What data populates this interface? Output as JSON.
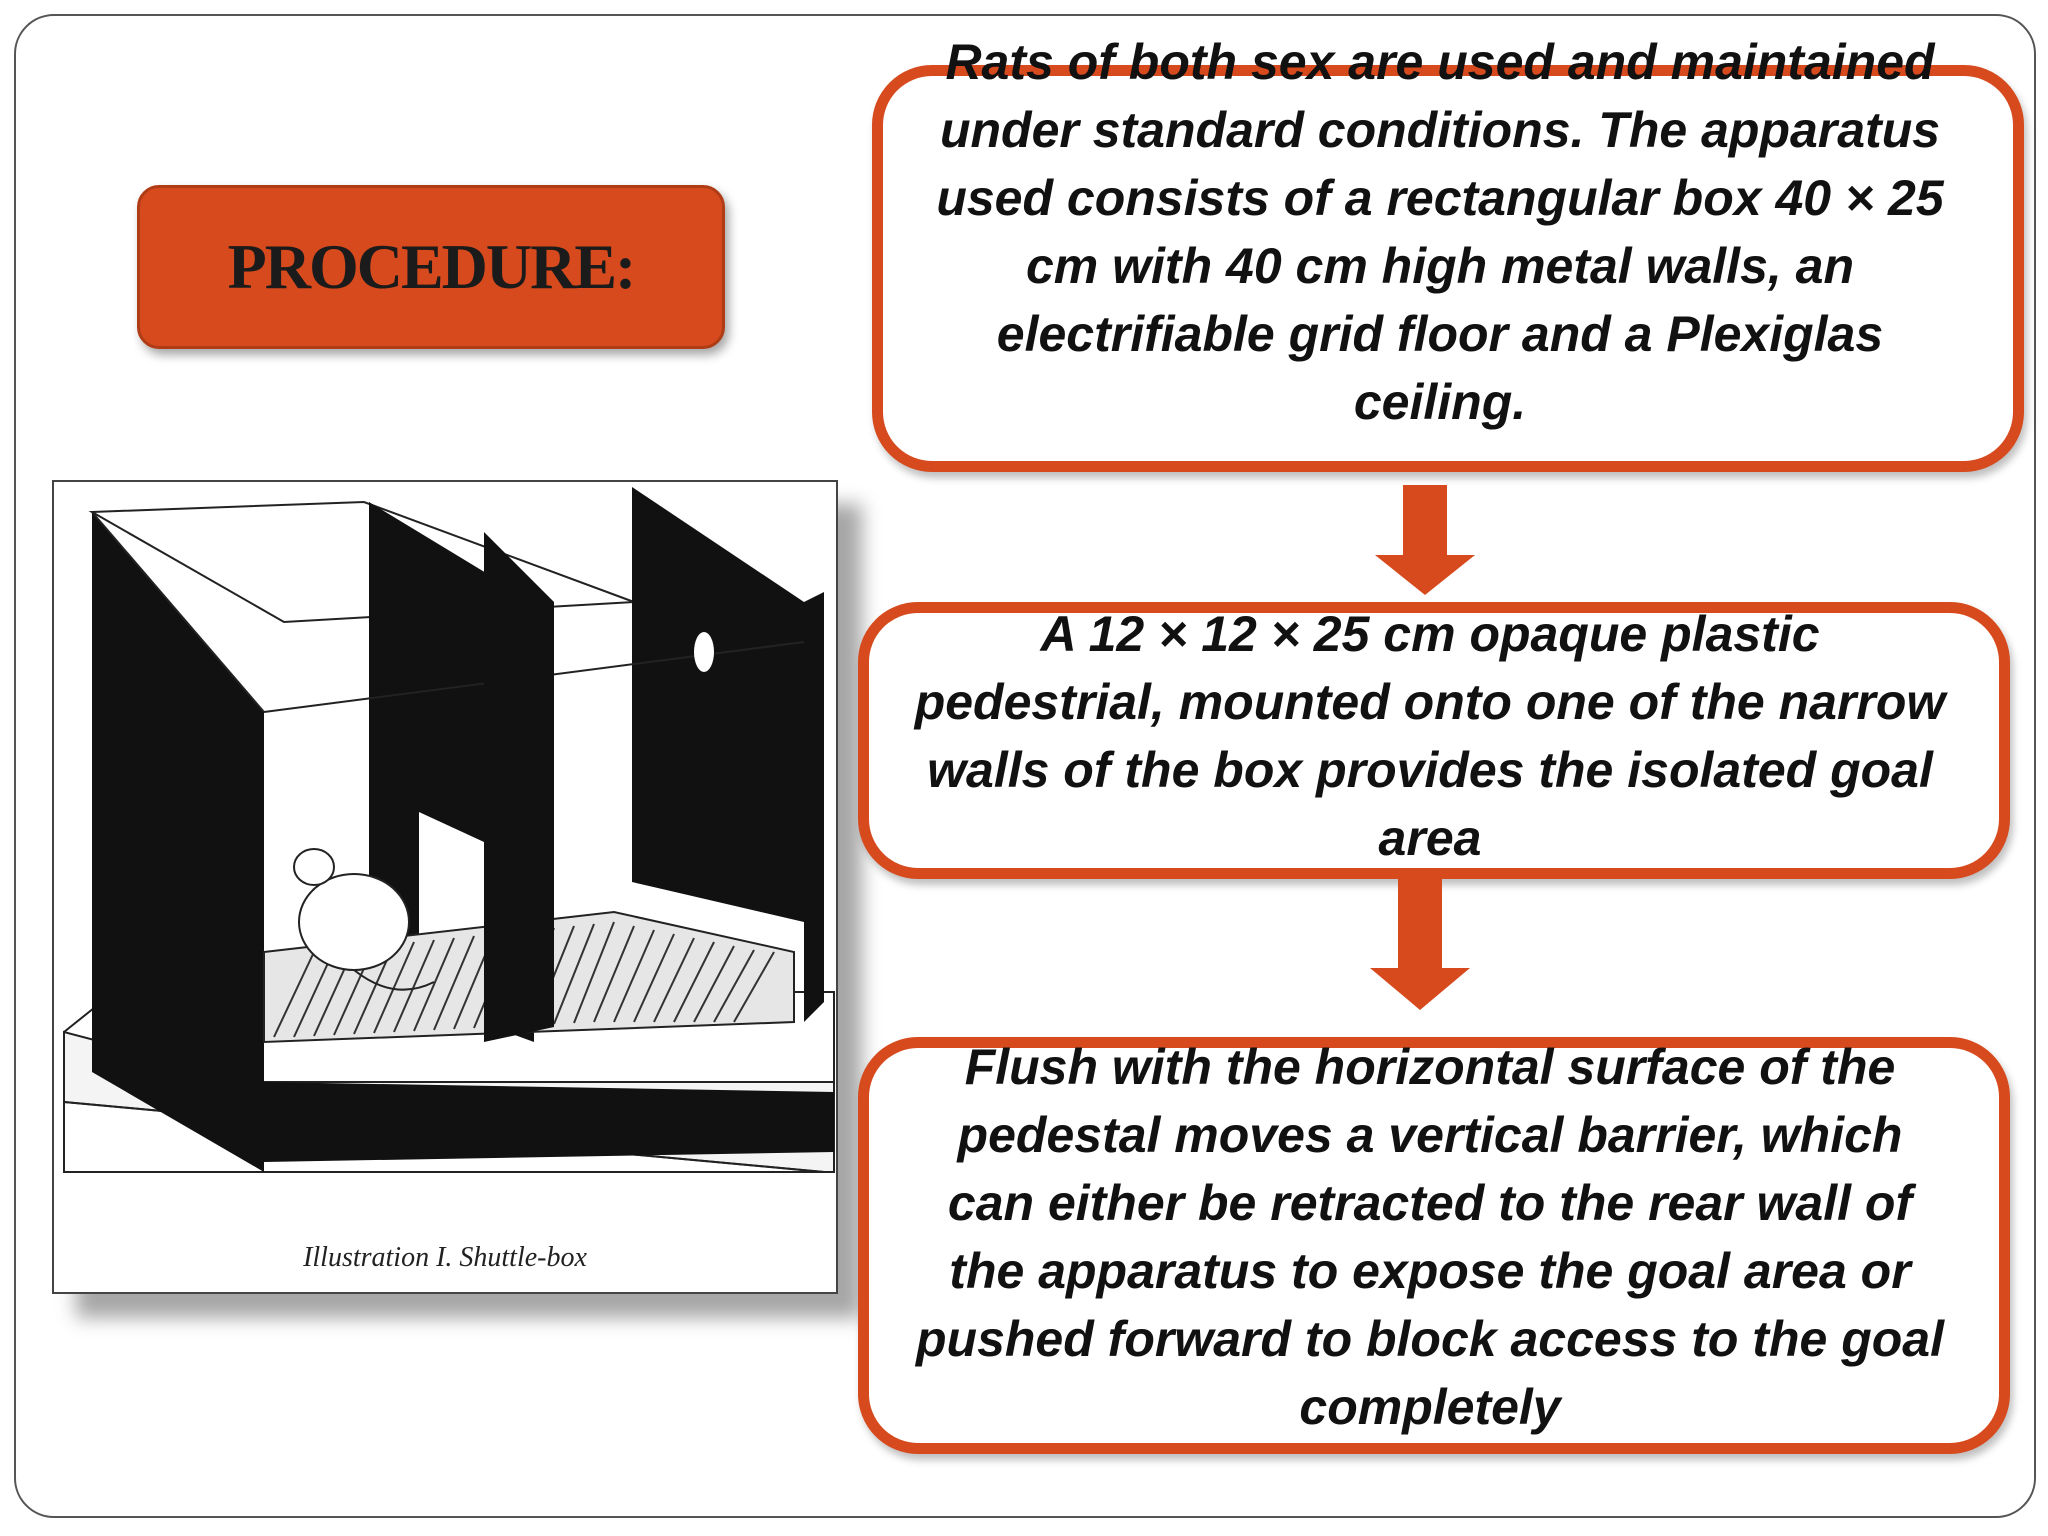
{
  "title": "PROCEDURE:",
  "figure": {
    "caption": "Illustration I. Shuttle-box"
  },
  "steps": [
    {
      "text": "Rats of both sex are used and maintained under standard conditions. The apparatus used consists of a rectangular box 40 × 25 cm with 40 cm high metal walls, an electrifiable grid floor and a Plexiglas ceiling."
    },
    {
      "text": "A 12 × 12 × 25 cm opaque plastic pedestrial, mounted onto one of the narrow walls of the box provides the isolated goal area"
    },
    {
      "text": "Flush with the horizontal surface of the pedestal moves a vertical barrier, which can either be retracted to the rear wall of the apparatus to expose the goal area or pushed forward to block access to the goal completely"
    }
  ],
  "colors": {
    "accent": "#d64a1e",
    "title_text": "#1b1b1b"
  }
}
